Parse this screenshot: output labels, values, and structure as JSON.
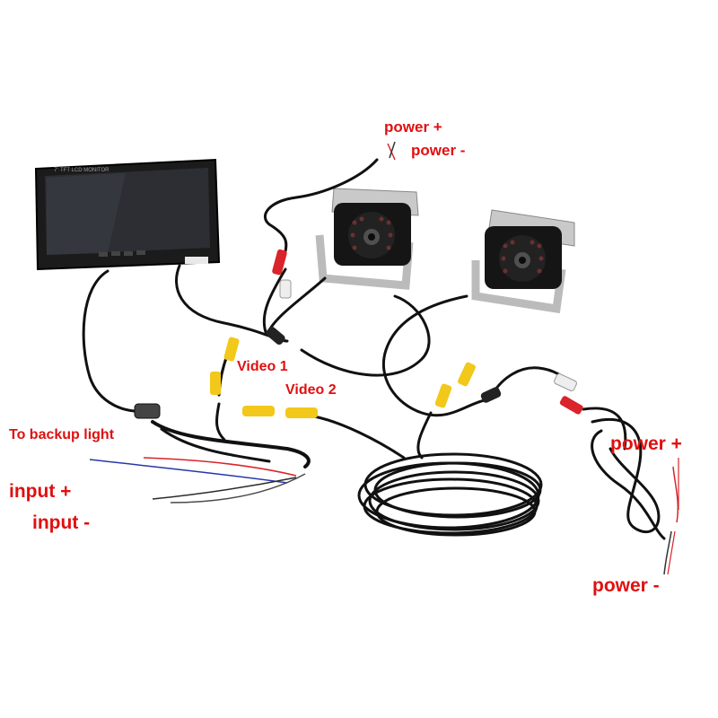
{
  "labels": {
    "cam1_power_plus": "power +",
    "cam1_power_minus": "power -",
    "video1": "Video 1",
    "video2": "Video 2",
    "backup_light": "To backup light",
    "input_plus": "input +",
    "input_minus": "input -",
    "cam2_power_plus": "power +",
    "cam2_power_minus": "power -"
  },
  "monitor": {
    "screen_text": "7\" TFT LCD MONITOR"
  },
  "colors": {
    "label": "#e01010",
    "cable": "#111111",
    "rca_yellow": "#f2c81a",
    "rca_red": "#d8242a",
    "rca_white": "#eeeeee",
    "monitor_body": "#1b1b1b",
    "camera_body": "#151515",
    "bracket": "#c9c9c9"
  }
}
